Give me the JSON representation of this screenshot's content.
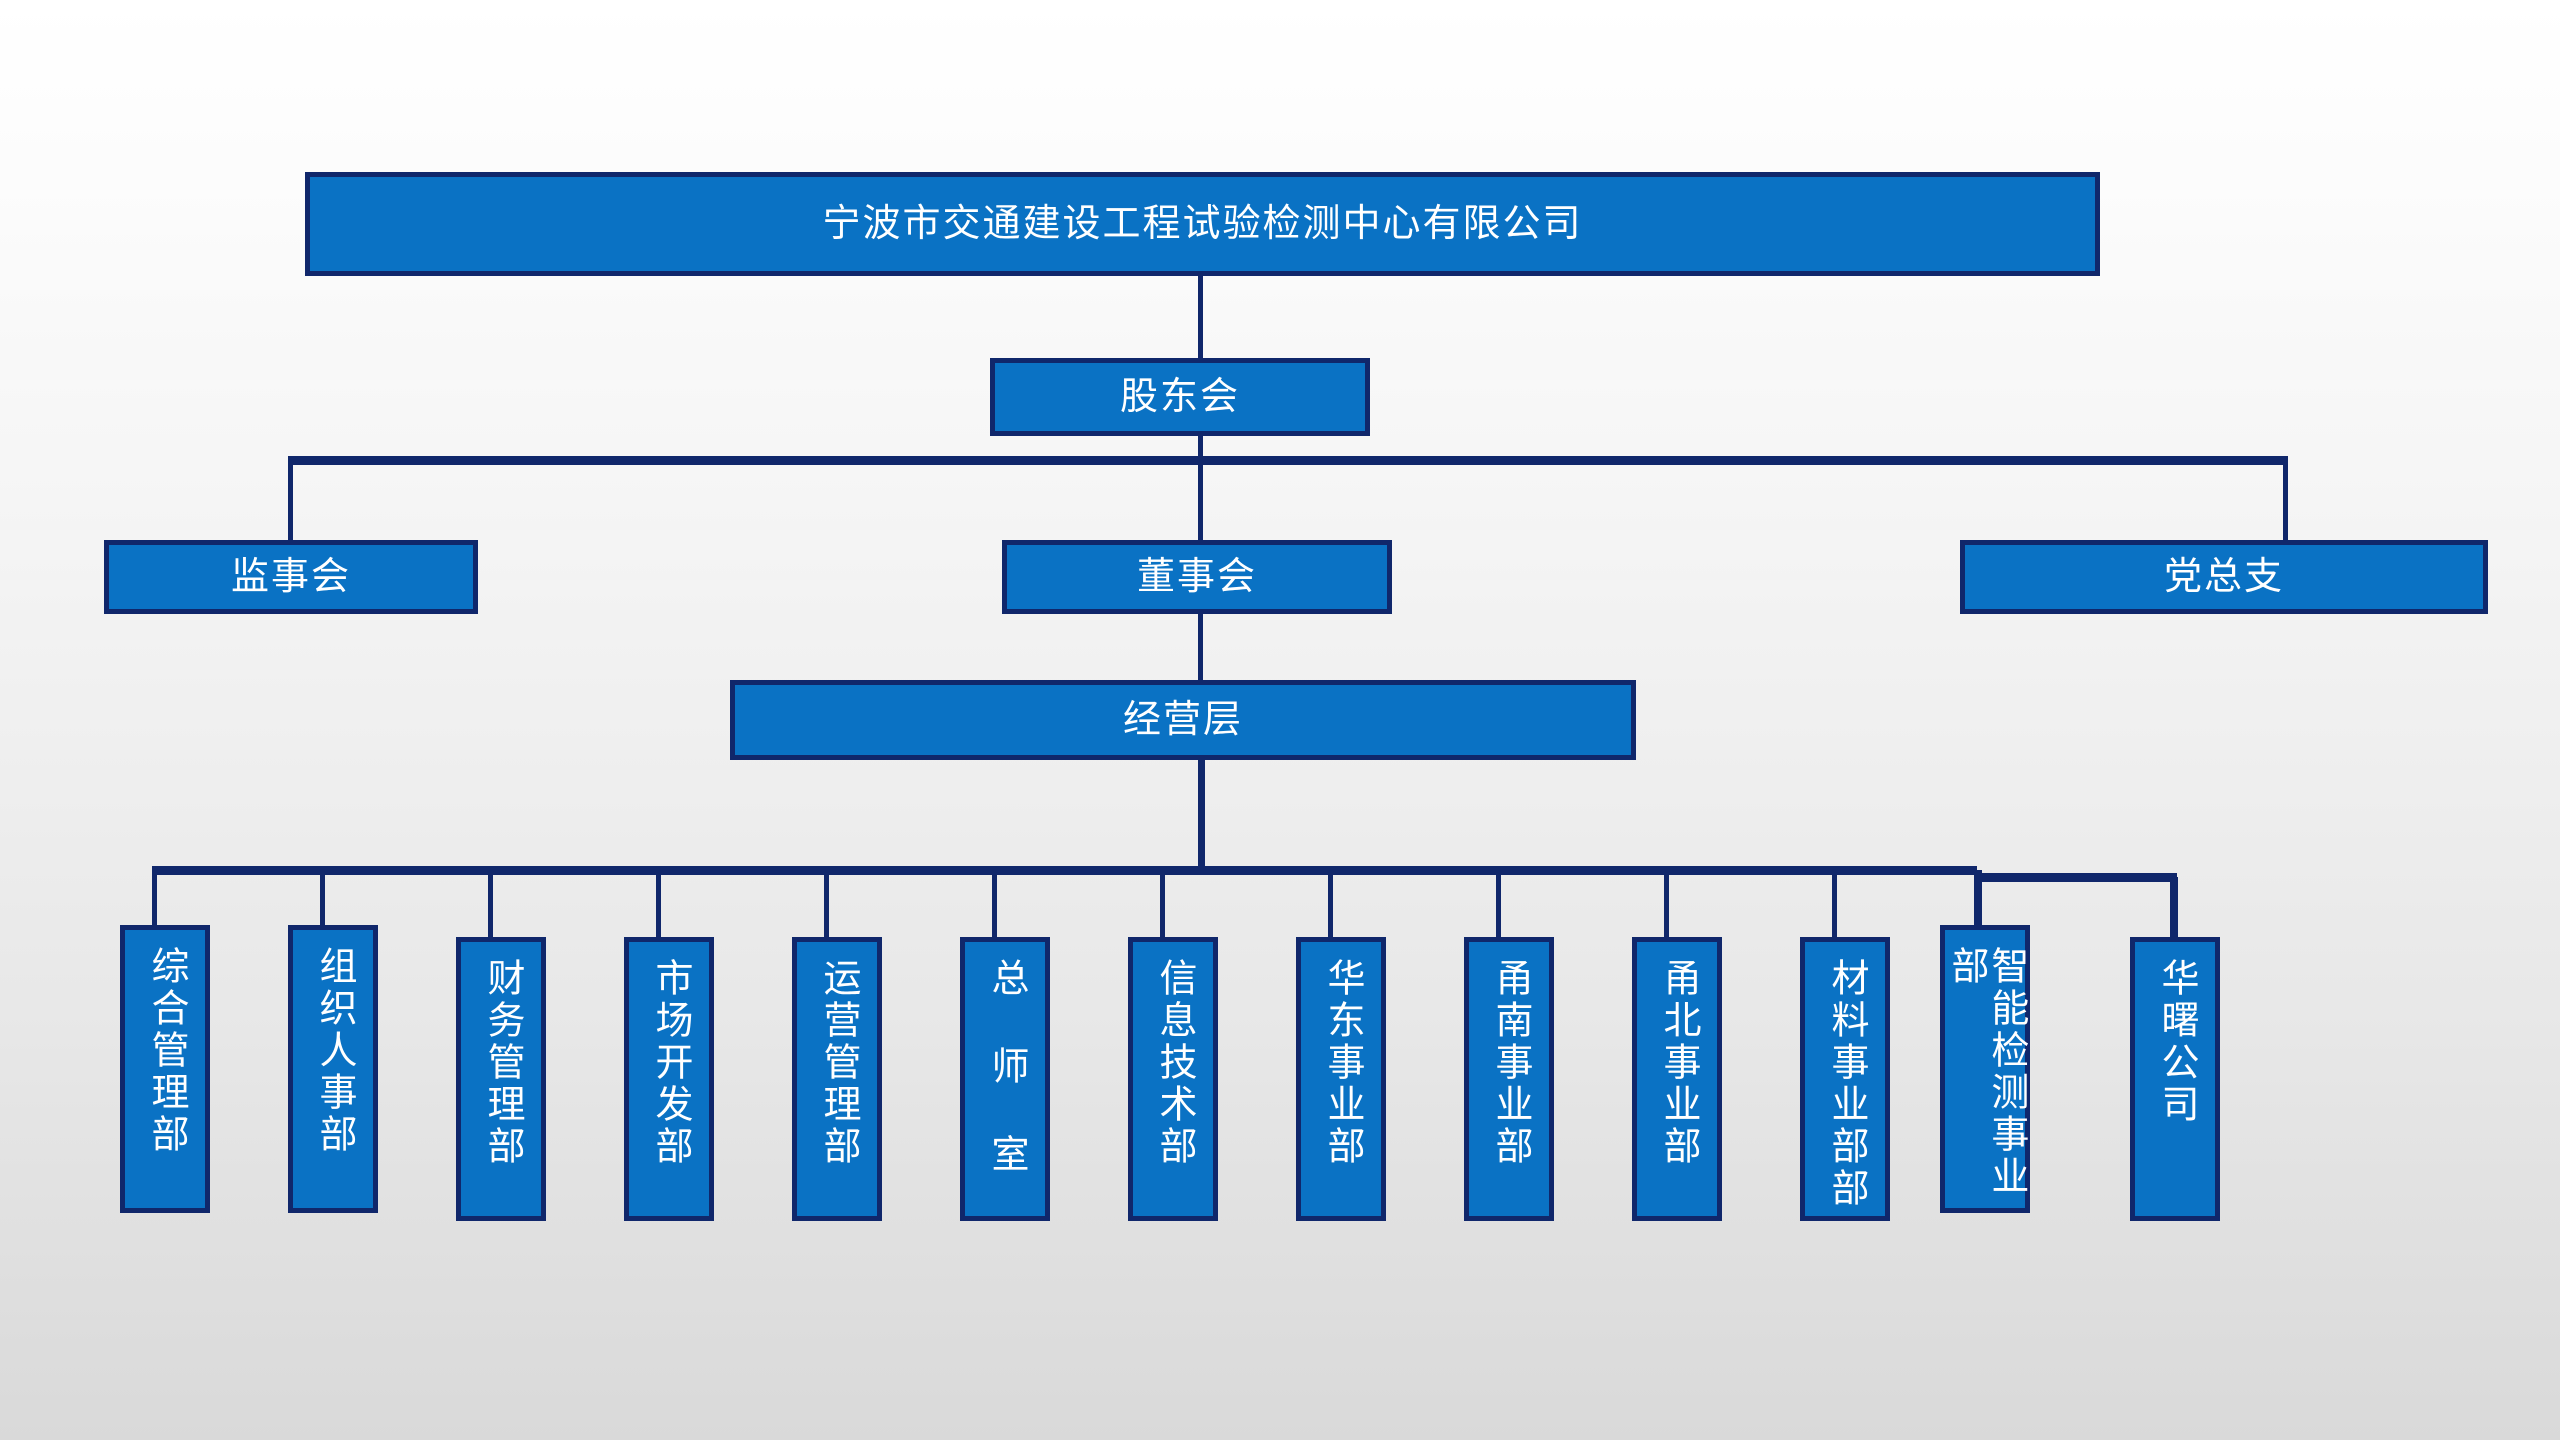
{
  "chart_type": "organization-chart",
  "colors": {
    "box_fill": "#0A72C4",
    "box_border": "#10276B",
    "connector": "#10276B",
    "text": "#FFFFFF",
    "background_top": "#FFFFFF",
    "background_bottom": "#D9D9D9"
  },
  "levels": {
    "company": {
      "label": "宁波市交通建设工程试验检测中心有限公司"
    },
    "shareholders": {
      "label": "股东会"
    },
    "governance": [
      {
        "label": "监事会"
      },
      {
        "label": "董事会"
      },
      {
        "label": "党总支"
      }
    ],
    "management": {
      "label": "经营层"
    }
  },
  "departments": [
    {
      "label": "综合管理部"
    },
    {
      "label": "组织人事部"
    },
    {
      "label": "财务管理部"
    },
    {
      "label": "市场开发部"
    },
    {
      "label": "运营管理部"
    },
    {
      "label": "总 师 室"
    },
    {
      "label": "信息技术部"
    },
    {
      "label": "华东事业部"
    },
    {
      "label": "甬南事业部"
    },
    {
      "label": "甬北事业部"
    },
    {
      "label": "材料事业部部"
    },
    {
      "label": "智能检测事业部"
    },
    {
      "label": "华曙公司"
    }
  ]
}
